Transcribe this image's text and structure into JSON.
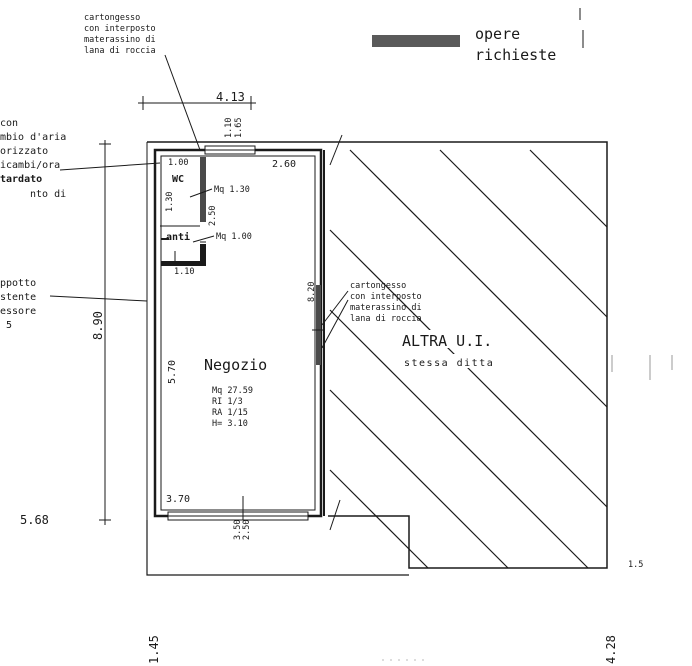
{
  "legend": {
    "label_line1": "opere",
    "label_line2": "richieste"
  },
  "notes": {
    "top_line1": "cartongesso",
    "top_line2": "con interposto",
    "top_line3": "materassino di",
    "top_line4": "lana di roccia",
    "right_line1": "cartongesso",
    "right_line2": "con interposto",
    "right_line3": "materassino di",
    "right_line4": "lana di roccia",
    "left_a1": "con",
    "left_a2": "mbio d'aria",
    "left_a3": "orizzato",
    "left_a4": "icambi/ora",
    "left_a5": "tardato",
    "left_a6": "nto di",
    "left_b1": "ppotto",
    "left_b2": "stente",
    "left_b3": "essore",
    "left_b4": "5"
  },
  "dimensions": {
    "top_width": "4.13",
    "small_110": "1.10",
    "small_165": "1.65",
    "wc_width": "1.00",
    "width_260": "2.60",
    "wc_h130": "1.30",
    "wc_h250": "2.50",
    "anti_w110": "1.10",
    "height_820": "8.20",
    "height_570": "5.70",
    "bottom_370": "3.70",
    "bottom_350": "3.50",
    "bottom_250": "2.50",
    "left_890": "8.90",
    "left_568": "5.68",
    "bottom_145": "1.45",
    "right_428": "4.28",
    "right_15": "1.5"
  },
  "rooms": {
    "wc_label": "WC",
    "wc_area": "Mq 1.30",
    "anti_label": "anti",
    "anti_area": "Mq 1.00",
    "shop_label": "Negozio",
    "shop_mq": "Mq  27.59",
    "shop_ri": "RI  1/3",
    "shop_ra": "RA  1/15",
    "shop_h": "H=  3.10",
    "other_label": "ALTRA U.I.",
    "other_sub": "stessa ditta"
  }
}
